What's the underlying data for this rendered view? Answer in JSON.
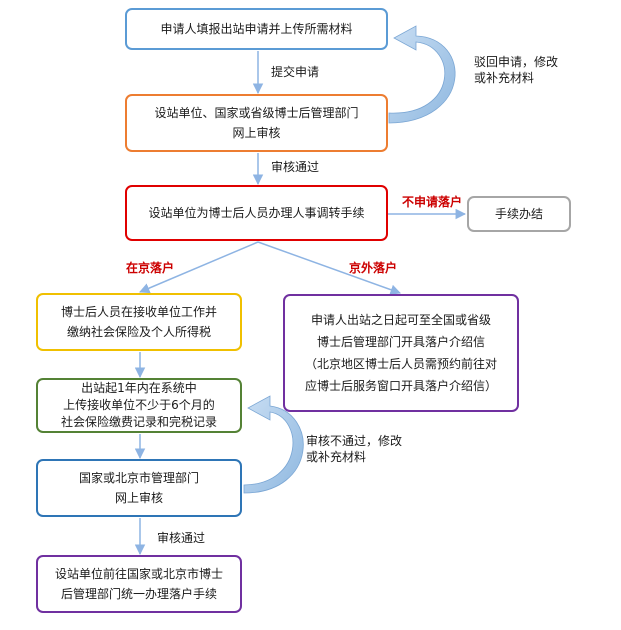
{
  "nodes": {
    "submit_apply": {
      "text": "申请人填报出站申请并上传所需材料",
      "border": "#5b9bd5"
    },
    "online_review_1": {
      "line1": "设站单位、国家或省级博士后管理部门",
      "line2": "网上审核",
      "border": "#ed7d31"
    },
    "transfer": {
      "text": "设站单位为博士后人员办理人事调转手续",
      "border": "#e00000"
    },
    "procedure_done": {
      "text": "手续办结",
      "border": "#a6a6a6"
    },
    "insurance": {
      "line1": "博士后人员在接收单位工作并",
      "line2": "缴纳社会保险及个人所得税",
      "border": "#f0c000"
    },
    "outside_beijing": {
      "line1": "申请人出站之日起可至全国或省级",
      "line2": "博士后管理部门开具落户介绍信",
      "line3": "（北京地区博士后人员需预约前往对",
      "line4": "应博士后服务窗口开具落户介绍信）",
      "border": "#7030a0"
    },
    "upload_records": {
      "line1": "出站起1年内在系统中",
      "line2": "上传接收单位不少于6个月的",
      "line3": "社会保险缴费记录和完税记录",
      "border": "#548235"
    },
    "online_review_2": {
      "line1": "国家或北京市管理部门",
      "line2": "网上审核",
      "border": "#2e75b6"
    },
    "settle_household": {
      "line1": "设站单位前往国家或北京市博士",
      "line2": "后管理部门统一办理落户手续",
      "border": "#7030a0"
    }
  },
  "labels": {
    "submit": "提交申请",
    "approved_1": "审核通过",
    "reject_line1": "驳回申请，修改",
    "reject_line2": "或补充材料",
    "no_settle": "不申请落户",
    "in_beijing": "在京落户",
    "outside_beijing": "京外落户",
    "fail_line1": "审核不通过，修改",
    "fail_line2": "或补充材料",
    "approved_2": "审核通过"
  },
  "colors": {
    "connector": "#8eb4e3",
    "loop_arrow": "#9dc3e6",
    "highlight_text": "#cc0000"
  }
}
